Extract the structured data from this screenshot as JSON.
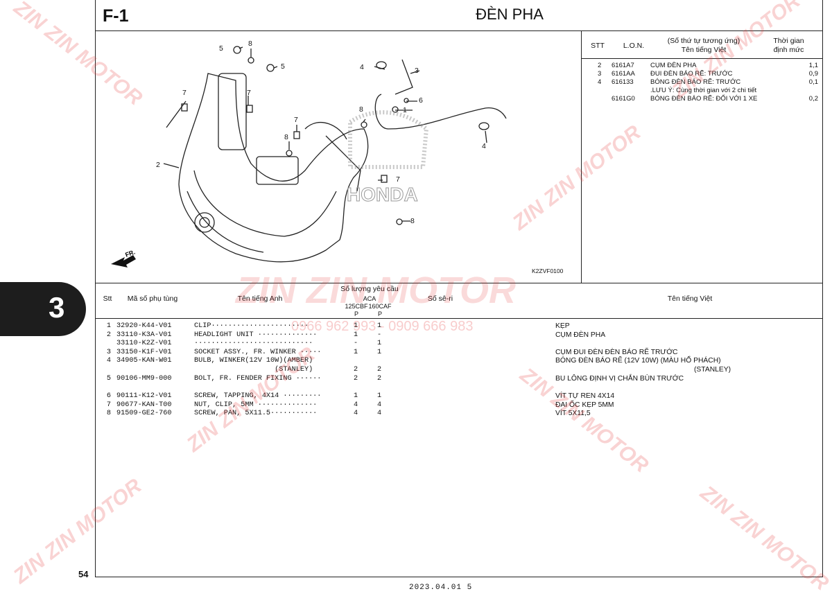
{
  "page": {
    "code": "F-1",
    "title": "ĐÈN PHA",
    "chapter": "3",
    "number": "54",
    "footer": "2023.04.01 5"
  },
  "diagram": {
    "ref_code": "K2ZVF0100",
    "fr_label": "FR.",
    "brand_mark": "HONDA",
    "callouts": [
      "1",
      "2",
      "3",
      "4",
      "4",
      "5",
      "5",
      "6",
      "7",
      "7",
      "7",
      "7",
      "8",
      "8",
      "8",
      "8"
    ]
  },
  "labor": {
    "headers": {
      "stt": "STT",
      "lon": "L.O.N.",
      "desc": "(Số thứ tự tương ứng)\nTên tiếng Việt",
      "time": "Thời gian\nđịnh mức"
    },
    "rows": [
      {
        "stt": "2",
        "lon": "6161A7",
        "desc": "CỤM ĐÈN PHA",
        "time": "1,1"
      },
      {
        "stt": "3",
        "lon": "6161AA",
        "desc": "ĐUI ĐÈN BÁO RẼ: TRƯỚC",
        "time": "0,9"
      },
      {
        "stt": "4",
        "lon": "616133",
        "desc": "BÓNG ĐÈN BÁO RẼ: TRƯỚC",
        "time": "0,1"
      },
      {
        "stt": "",
        "lon": "",
        "desc": ".LƯU Ý: Cùng thời gian với 2 chi tiết",
        "time": ""
      },
      {
        "stt": "",
        "lon": "6161G0",
        "desc": "BÓNG ĐÈN BÁO RẼ: ĐỐI VỚI 1 XE",
        "time": "0,2"
      }
    ]
  },
  "parts_table": {
    "headers": {
      "stt": "Stt",
      "part_no": "Mã số phụ tùng",
      "name_en": "Tên tiếng Anh",
      "qty": "Số lượng yêu cầu",
      "aca": "ACA",
      "col1": "125CBF",
      "col2": "160CAF",
      "p1": "P",
      "p2": "P",
      "serial": "Số sê-ri",
      "name_vn": "Tên tiếng Việt"
    },
    "rows": [
      {
        "stt": "1",
        "part_no": "32920-K44-V01",
        "name_en": "CLIP·······················",
        "q1": "1",
        "q2": "1",
        "name_vn": "KẸP"
      },
      {
        "stt": "2",
        "part_no": "33110-K3A-V01",
        "name_en": "HEADLIGHT UNIT ··············",
        "q1": "1",
        "q2": "-",
        "name_vn": "CỤM ĐÈN PHA"
      },
      {
        "stt": "",
        "part_no": "33110-K2Z-V01",
        "name_en": "····························",
        "q1": "-",
        "q2": "1",
        "name_vn": ""
      },
      {
        "stt": "3",
        "part_no": "33150-K1F-V01",
        "name_en": "SOCKET ASSY., FR. WINKER ·····",
        "q1": "1",
        "q2": "1",
        "name_vn": "CỤM ĐUI ĐÈN ĐÈN BÁO RẼ TRƯỚC"
      },
      {
        "stt": "4",
        "part_no": "34905-KAN-W01",
        "name_en": "BULB, WINKER(12V 10W)(AMBER)",
        "q1": "",
        "q2": "",
        "name_vn": "BÓNG ĐÈN BÁO RẼ (12V 10W) (MÀU HỔ PHÁCH)"
      },
      {
        "stt": "",
        "part_no": "",
        "name_en": "                   (STANLEY)",
        "q1": "2",
        "q2": "2",
        "name_vn": "(STANLEY)"
      },
      {
        "stt": "5",
        "part_no": "90106-MM9-000",
        "name_en": "BOLT, FR. FENDER FIXING ······",
        "q1": "2",
        "q2": "2",
        "name_vn": "BU LÔNG ĐỊNH VỊ CHẮN BÙN TRƯỚC"
      },
      {
        "stt": "6",
        "part_no": "90111-K12-V01",
        "name_en": "SCREW, TAPPING, 4X14 ·········",
        "q1": "1",
        "q2": "1",
        "name_vn": "VÍT TỰ REN 4X14"
      },
      {
        "stt": "7",
        "part_no": "90677-KAN-T00",
        "name_en": "NUT, CLIP, 5MM ··············",
        "q1": "4",
        "q2": "4",
        "name_vn": "ĐAI ỐC KẸP 5MM"
      },
      {
        "stt": "8",
        "part_no": "91509-GE2-760",
        "name_en": "SCREW, PAN, 5X11.5···········",
        "q1": "4",
        "q2": "4",
        "name_vn": "VÍT 5X11,5"
      }
    ]
  },
  "watermark": {
    "brand": "ZIN ZIN MOTOR",
    "phone": "0966 962 993 - 0909 666 983",
    "color": "#e63a3a"
  }
}
